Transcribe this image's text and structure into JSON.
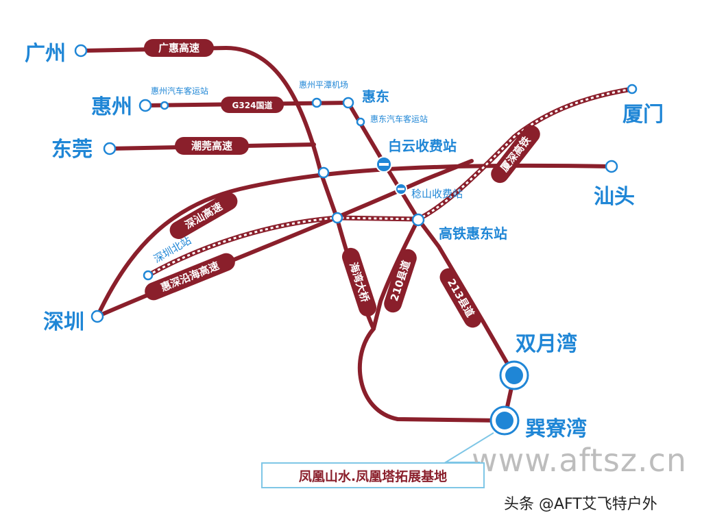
{
  "cities": {
    "guangzhou": "广州",
    "huizhou": "惠州",
    "dongguan": "东莞",
    "shenzhen": "深圳",
    "xiamen": "厦门",
    "shantou": "汕头",
    "huidong": "惠东"
  },
  "stations": {
    "huizhou_bus": "惠州汽车客运站",
    "airport": "惠州平潭机场",
    "huidong_bus": "惠东汽车客运站",
    "baiyun_toll": "白云收费站",
    "wenshan_toll": "稔山收费站",
    "hsr_huidong": "高铁惠东站",
    "shenzhen_north": "深圳北站"
  },
  "roads": {
    "guanghui": "广惠高速",
    "g324": "G324国道",
    "chaoguan": "潮莞高速",
    "shenshan": "深汕高速",
    "huishen_coastal": "惠深沿海高速",
    "bay_bridge": "海湾大桥",
    "xiashen_rail": "厦深高铁",
    "county210": "210县道",
    "county213": "213县道"
  },
  "destinations": {
    "shuangyue": "双月湾",
    "xunliao": "巽寮湾"
  },
  "callout": "凤凰山水.凤凰塔拓展基地",
  "watermark": "www.aftsz.cn",
  "credit": "头条 @AFT艾飞特户外",
  "colors": {
    "road": "#8a1f2b",
    "label_blue": "#1f86d6",
    "callout_border": "#7ec6e6"
  }
}
